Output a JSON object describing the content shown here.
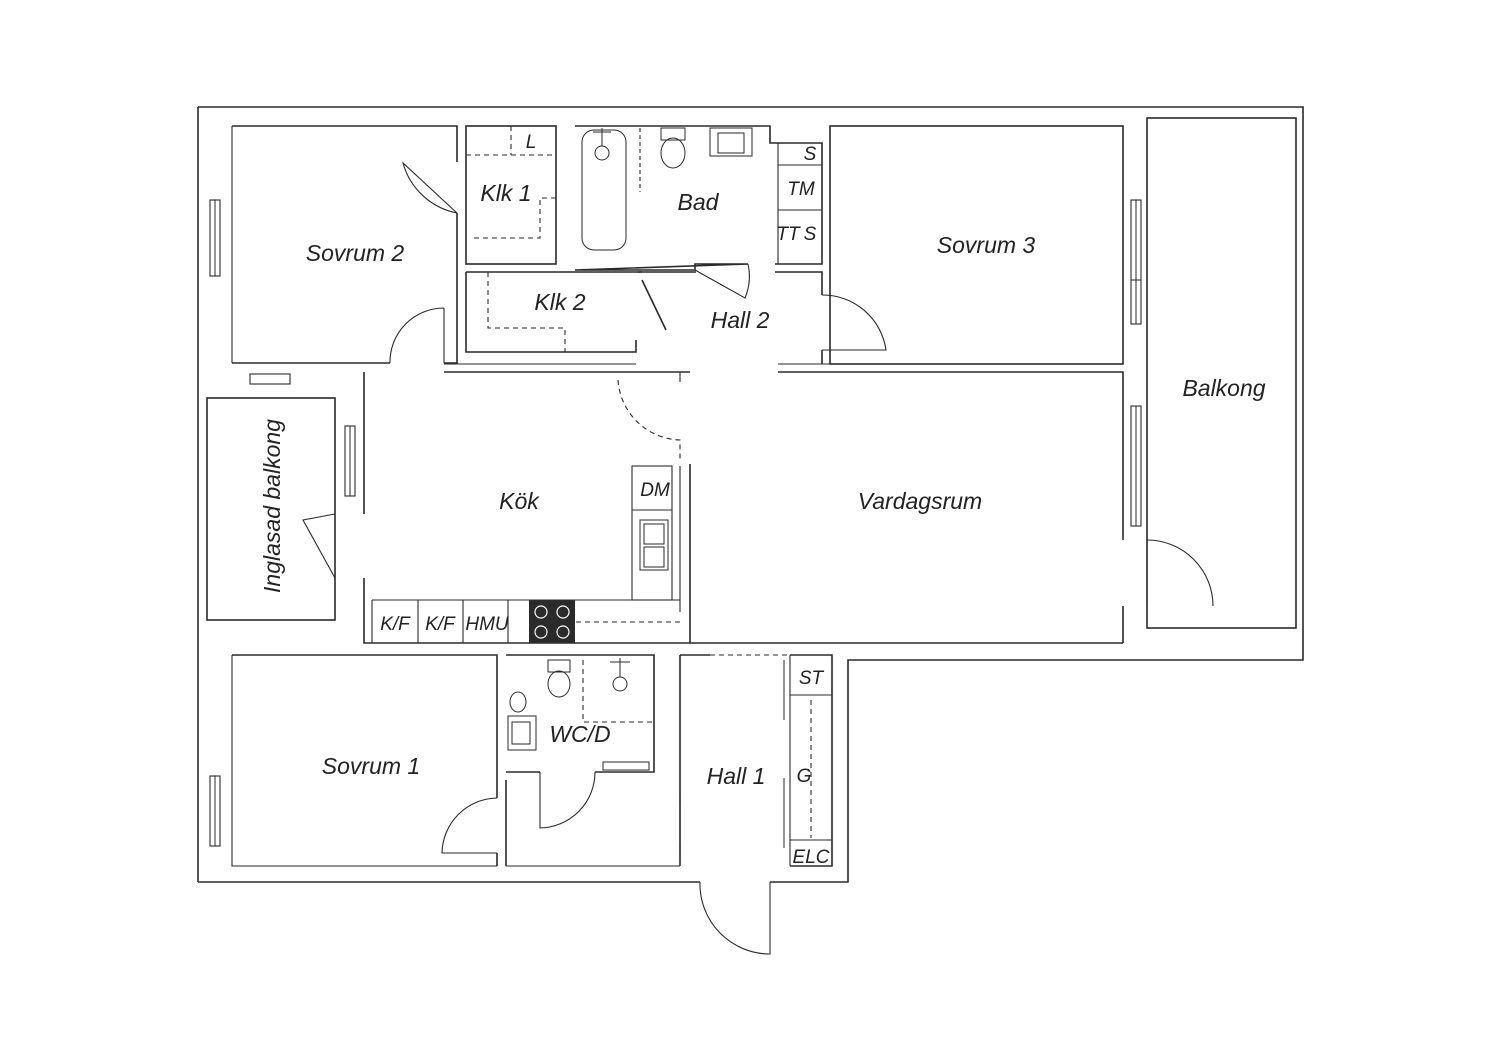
{
  "rooms": {
    "sovrum2": "Sovrum 2",
    "klk1": "Klk 1",
    "bad": "Bad",
    "sovrum3": "Sovrum 3",
    "klk2": "Klk 2",
    "hall2": "Hall 2",
    "balkong": "Balkong",
    "inglasad_balkong": "Inglasad balkong",
    "kok": "Kök",
    "vardagsrum": "Vardagsrum",
    "sovrum1": "Sovrum 1",
    "wcd": "WC/D",
    "hall1": "Hall 1"
  },
  "fixtures": {
    "l": "L",
    "s_top": "S",
    "tm": "TM",
    "tt": "TT",
    "s_bottom": "S",
    "dm": "DM",
    "kf1": "K/F",
    "kf2": "K/F",
    "hmu": "HMU",
    "st": "ST",
    "g": "G",
    "elc": "ELC"
  },
  "colors": {
    "line": "#2a2a2a",
    "stove": "#2b2b2b",
    "background": "#ffffff"
  }
}
